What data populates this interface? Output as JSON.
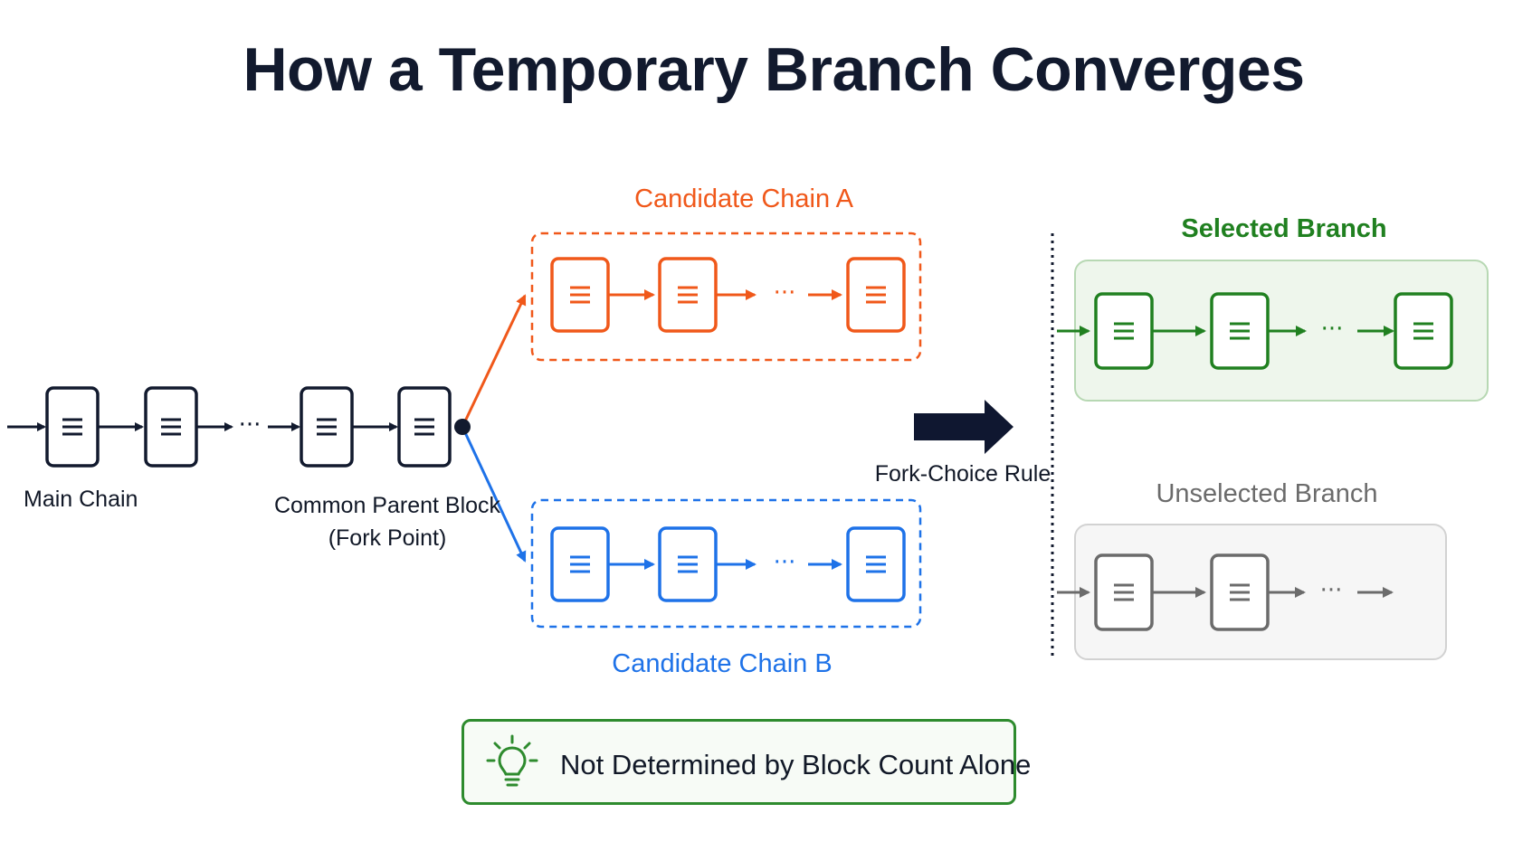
{
  "title": "How a Temporary Branch Converges",
  "labels": {
    "main_chain": "Main Chain",
    "common_parent_line1": "Common Parent Block",
    "common_parent_line2": "(Fork Point)",
    "candidate_a": "Candidate Chain A",
    "candidate_b": "Candidate Chain B",
    "fork_choice_rule": "Fork-Choice Rule",
    "selected_branch": "Selected Branch",
    "unselected_branch": "Unselected Branch",
    "ellipsis": "···"
  },
  "note": {
    "text": "Not Determined by Block Count Alone",
    "icon": "lightbulb-icon"
  },
  "icons": {
    "block": "document-block-icon",
    "arrow": "right-arrow-icon"
  },
  "colors": {
    "main": "#121a2e",
    "candidate_a": "#f0581a",
    "candidate_b": "#1e72e8",
    "selected": "#208020",
    "selected_bg": "#eef6ec",
    "unselected": "#6b6b6b",
    "unselected_bg": "#f6f6f6",
    "note_border": "#2e8b2e"
  }
}
